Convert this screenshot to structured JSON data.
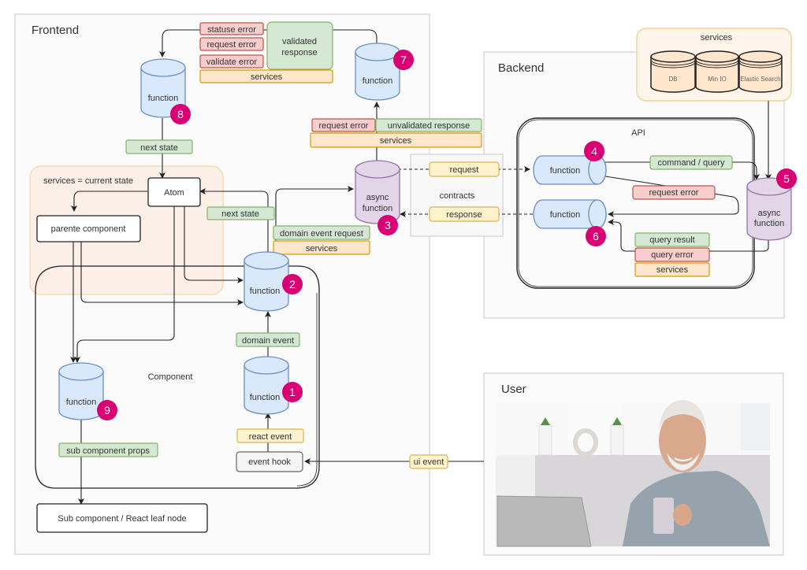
{
  "panels": {
    "frontend": "Frontend",
    "backend": "Backend",
    "user": "User"
  },
  "frontend": {
    "function8": {
      "label": "function",
      "badge": "8"
    },
    "function7": {
      "label": "function",
      "badge": "7"
    },
    "async_function3": {
      "label_line1": "async",
      "label_line2": "function",
      "badge": "3"
    },
    "function2": {
      "label": "function",
      "badge": "2"
    },
    "function1": {
      "label": "function",
      "badge": "1"
    },
    "function9": {
      "label": "function",
      "badge": "9"
    },
    "response_tags": {
      "statuse_error": "statuse error",
      "request_error": "request error",
      "validate_error": "validate error",
      "validated_response_line1": "validated",
      "validated_response_line2": "response",
      "services": "services"
    },
    "unvalidated_tags": {
      "request_error": "request error",
      "unvalidated_response": "unvalidated response",
      "services": "services"
    },
    "next_state_top": "next state",
    "next_state_side": "next state",
    "state_group_label": "services = current state",
    "atom": "Atom",
    "parent_component": "parente component",
    "domain_event_request": "domain event request",
    "domain_event_services": "services",
    "domain_event": "domain event",
    "component_label": "Component",
    "react_event": "react event",
    "event_hook": "event hook",
    "sub_component_props": "sub component props",
    "sub_component_leaf": "Sub component / React leaf node"
  },
  "contracts": {
    "label": "contracts",
    "request": "request",
    "response": "response"
  },
  "backend": {
    "services_group": {
      "label": "services",
      "stores": [
        "DB",
        "Min IO",
        "Elastic Search"
      ]
    },
    "api_label": "API",
    "function4": {
      "label": "function",
      "badge": "4"
    },
    "function6": {
      "label": "function",
      "badge": "6"
    },
    "async_function5": {
      "label_line1": "async",
      "label_line2": "function",
      "badge": "5"
    },
    "command_query": "command / query",
    "request_error": "request error",
    "query_result": "query result",
    "query_error": "query error",
    "services": "services"
  },
  "user": {
    "ui_event": "ui event",
    "photo_alt": "user at laptop holding mug"
  },
  "colors": {
    "badge": "#d80073",
    "function_blue": "#dae8fc",
    "async_purple": "#e1d5e7",
    "tag_green": "#d5e8d4",
    "tag_red": "#f8cecc",
    "tag_orange": "#ffe6cc",
    "tag_yellow": "#fff2cc"
  }
}
